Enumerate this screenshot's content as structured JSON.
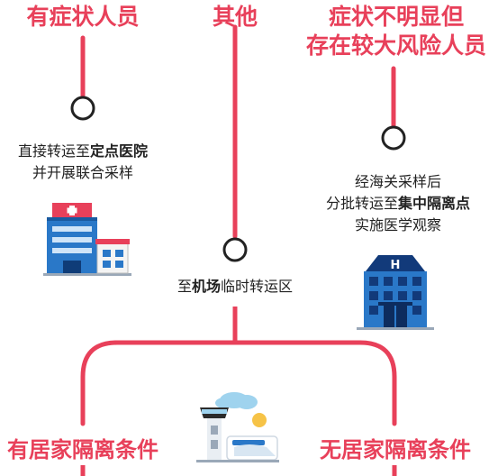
{
  "columns": {
    "left": {
      "title": "有症状人员",
      "desc_line1_pre": "直接转运至",
      "desc_line1_bold": "定点医院",
      "desc_line2": "并开展联合采样",
      "icon": "hospital-icon"
    },
    "center": {
      "title": "其他",
      "desc_pre": "至",
      "desc_bold": "机场",
      "desc_post": "临时转运区",
      "icon": "airport-icon"
    },
    "right": {
      "title_line1": "症状不明显但",
      "title_line2": "存在较大风险人员",
      "desc_line1": "经海关采样后",
      "desc_line2_pre": "分批转运至",
      "desc_line2_bold": "集中隔离点",
      "desc_line3": "实施医学观察",
      "icon": "quarantine-hotel-icon"
    }
  },
  "branches": {
    "left_label": "有居家隔离条件",
    "right_label": "无居家隔离条件"
  },
  "colors": {
    "accent": "#e8405a",
    "node_stroke": "#222222",
    "building_blue": "#2a78c8",
    "building_dark": "#123a7a"
  }
}
